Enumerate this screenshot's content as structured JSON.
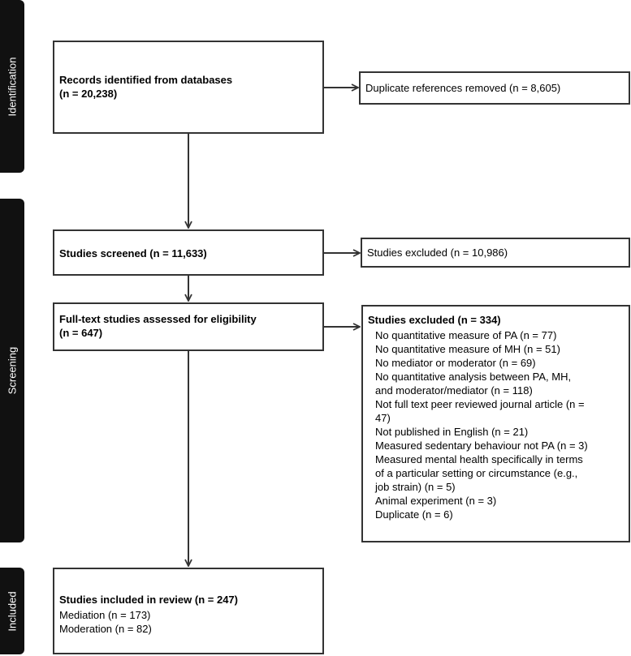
{
  "phases": {
    "identification": "Identification",
    "screening": "Screening",
    "included": "Included"
  },
  "boxes": {
    "records_identified": [
      "Records identified from databases",
      "(n = 20,238)"
    ],
    "duplicates_removed": "Duplicate references removed (n = 8,605)",
    "studies_screened": "Studies screened (n = 11,633)",
    "studies_excluded_screening": "Studies excluded (n = 10,986)",
    "fulltext_assessed": [
      "Full-text studies assessed for eligibility",
      "(n = 647)"
    ],
    "fulltext_excluded": {
      "title": "Studies excluded (n = 334)",
      "items": [
        "No quantitative measure of PA (n = 77)",
        "No quantitative measure of MH (n = 51)",
        "No mediator or moderator (n = 69)",
        "No quantitative analysis between PA, MH,",
        "and moderator/mediator (n = 118)",
        "Not full text peer reviewed journal article (n =",
        "47)",
        "Not published in English (n = 21)",
        "Measured sedentary behaviour not PA (n = 3)",
        "Measured mental health specifically in terms",
        "of a particular setting or circumstance (e.g.,",
        "job strain) (n = 5)",
        "Animal experiment  (n = 3)",
        "Duplicate (n = 6)"
      ]
    },
    "included": {
      "title": "Studies included in review (n = 247)",
      "items": [
        "Mediation (n = 173)",
        "Moderation (n = 82)"
      ]
    }
  }
}
